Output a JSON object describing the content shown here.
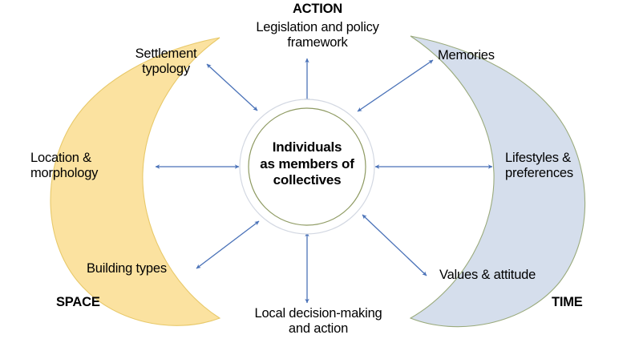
{
  "diagram": {
    "title_axis_top": "ACTION",
    "axis_left": "SPACE",
    "axis_right": "TIME",
    "center": {
      "label": "Individuals\nas members of\ncollectives"
    },
    "nodes": {
      "top": "Legislation and policy\nframework",
      "top_left": "Settlement\ntypology",
      "top_right": "Memories",
      "left": "Location &\nmorphology",
      "right": "Lifestyles &\npreferences",
      "bottom_left": "Building types",
      "bottom_right": "Values & attitude",
      "bottom": "Local decision-making\nand action"
    },
    "colors": {
      "space_crescent_fill": "#FBE2A0",
      "space_crescent_stroke": "#E8C96A",
      "time_crescent_fill": "#D5DEEC",
      "time_crescent_stroke": "#9AAA7C",
      "arrow": "#4A72B8",
      "outer_circle_stroke": "#D3D8E2",
      "inner_circle_stroke": "#8E9A62",
      "text": "#000000",
      "background": "#FFFFFF"
    },
    "shapes": {
      "space_crescent_name": "crescent-moon-left",
      "time_crescent_name": "crescent-moon-right",
      "connector_count": 8,
      "connector_style": "double-headed-arrow"
    }
  }
}
